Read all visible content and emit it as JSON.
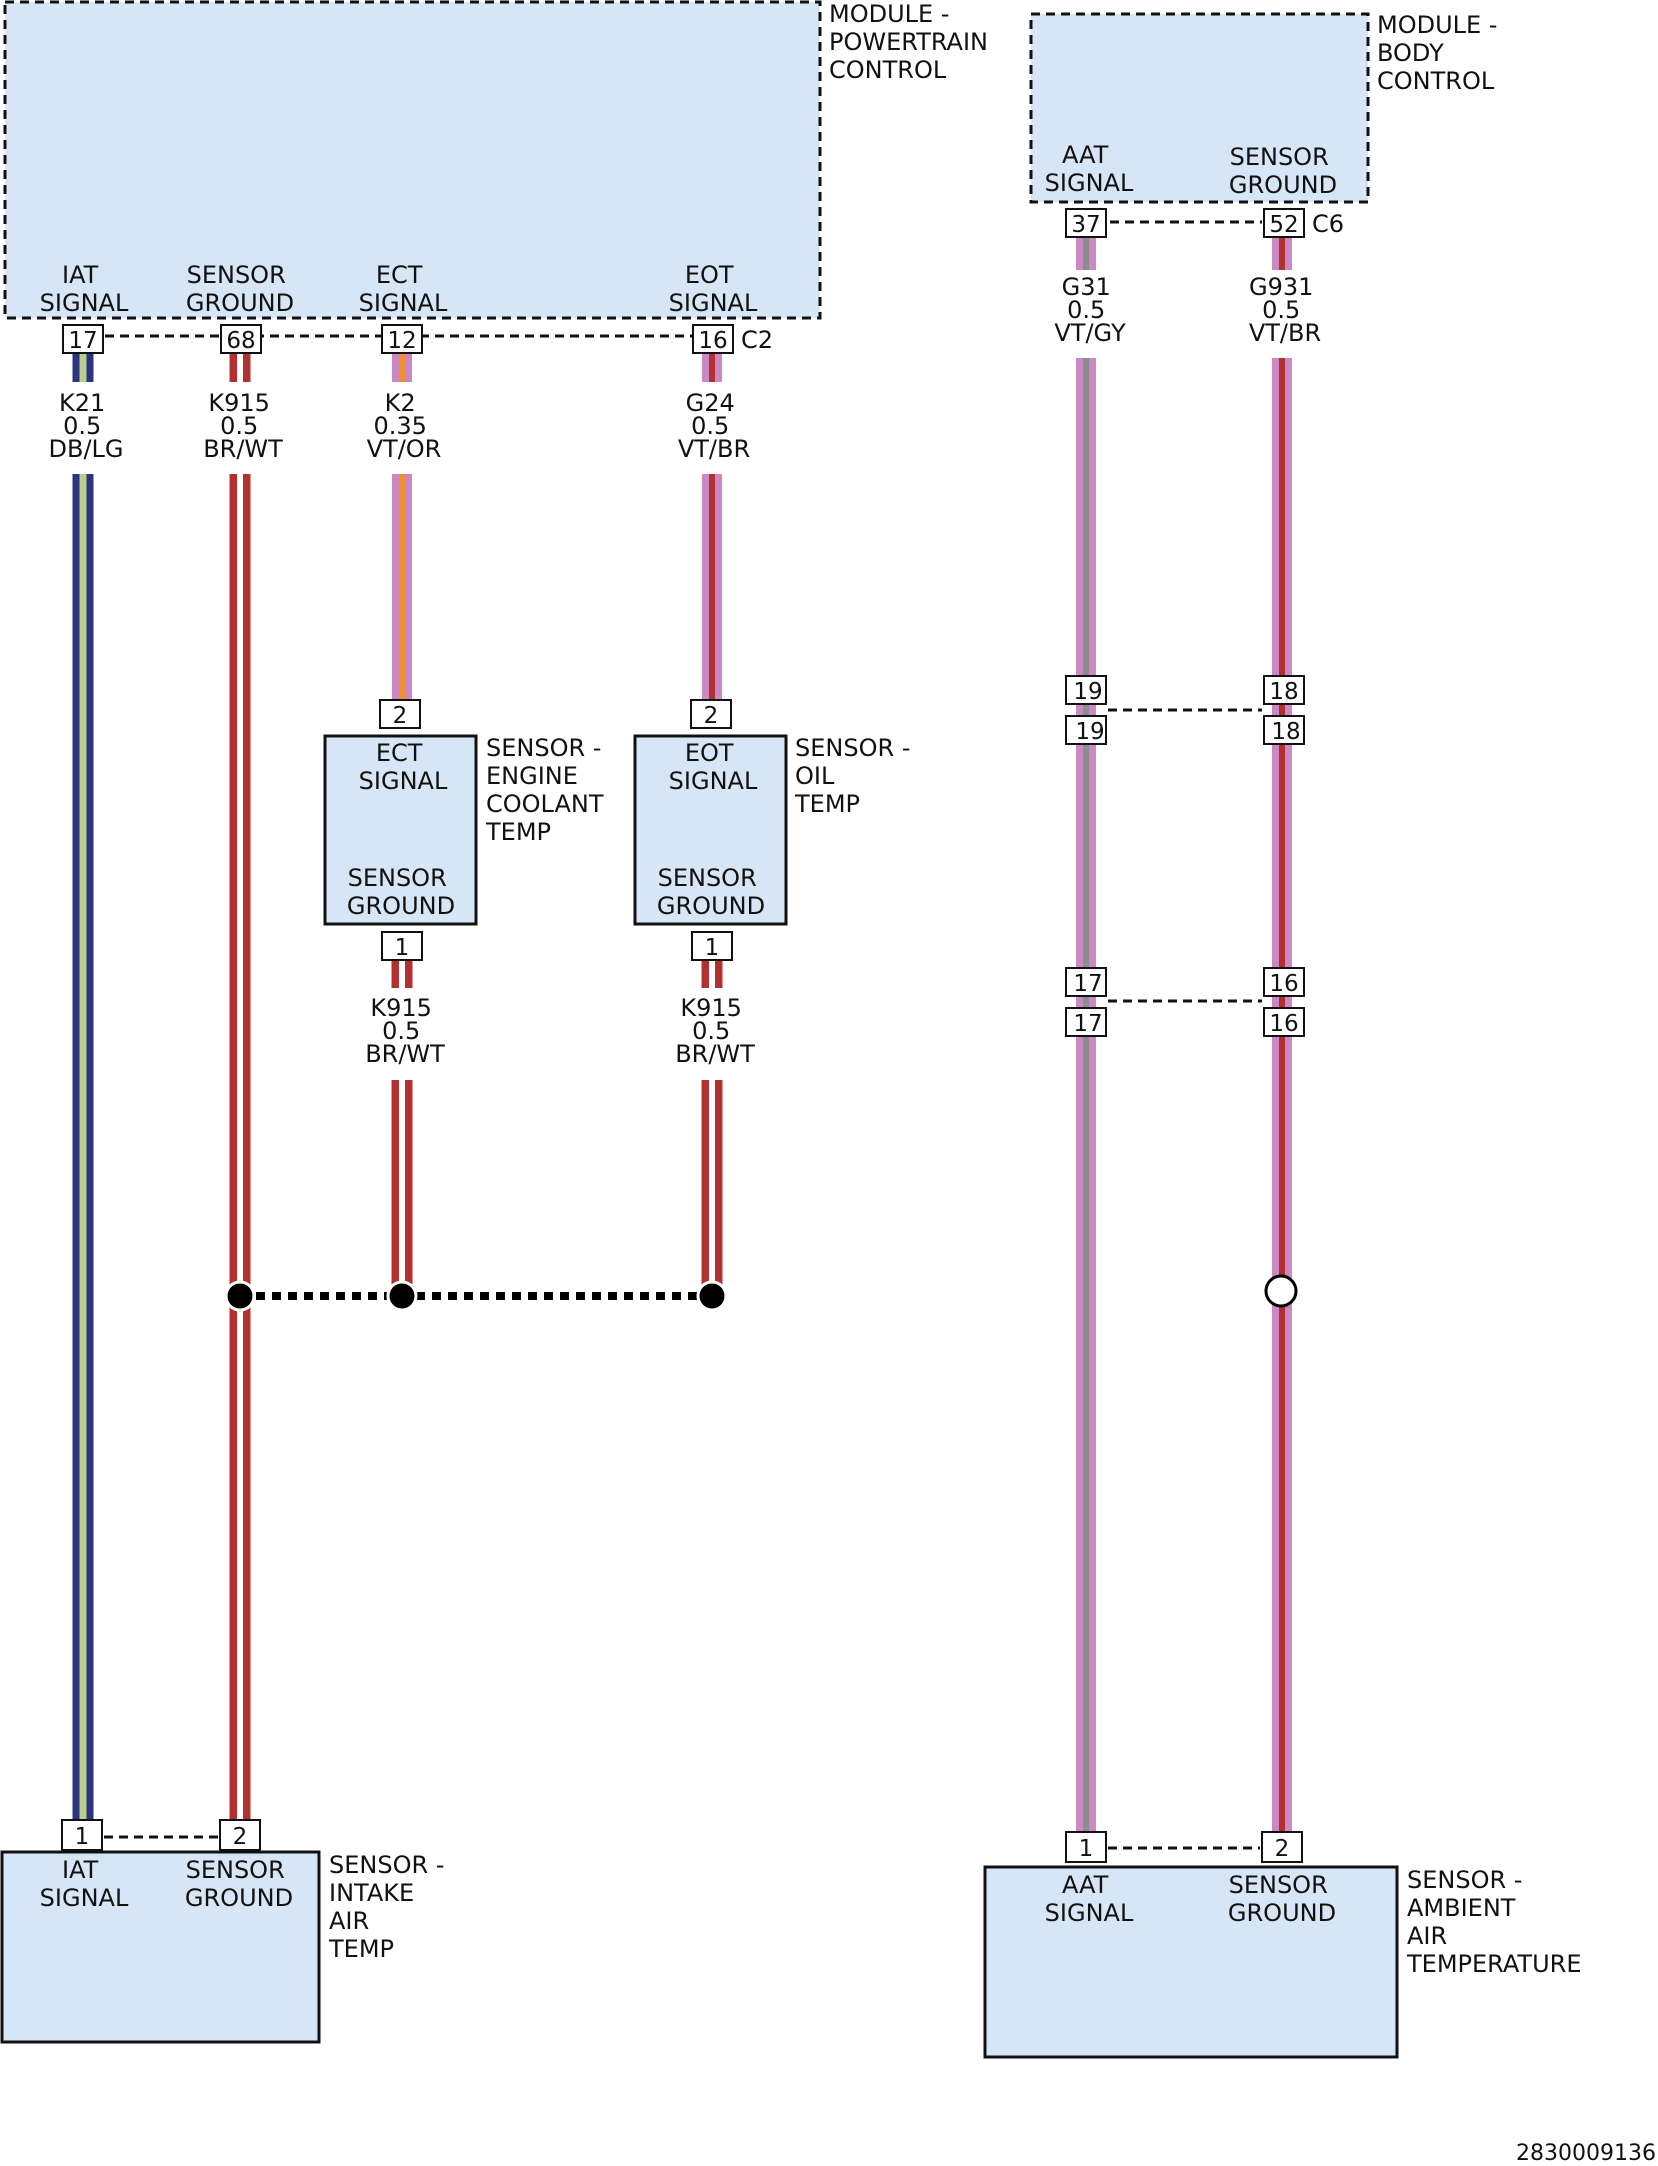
{
  "colors": {
    "module_fill": "#d6e6f6",
    "wire_red": "#b33030",
    "wire_violet": "#cc88c4",
    "wire_blue": "#2a3480",
    "wire_lightgreen": "#b8d08c",
    "wire_orange": "#f09030",
    "wire_gray": "#8c8c8c",
    "splice_dot": "#000000"
  },
  "modules": {
    "powertrain": {
      "title": [
        "MODULE -",
        "POWERTRAIN",
        "CONTROL"
      ],
      "connector": "C2",
      "pins": [
        {
          "label": [
            "IAT",
            "SIGNAL"
          ],
          "pin": "17"
        },
        {
          "label": [
            "SENSOR",
            "GROUND"
          ],
          "pin": "68"
        },
        {
          "label": [
            "ECT",
            "SIGNAL"
          ],
          "pin": "12"
        },
        {
          "label": [
            "EOT",
            "SIGNAL"
          ],
          "pin": "16"
        }
      ]
    },
    "body": {
      "title": [
        "MODULE -",
        "BODY",
        "CONTROL"
      ],
      "connector": "C6",
      "pins": [
        {
          "label": [
            "AAT",
            "SIGNAL"
          ],
          "pin": "37"
        },
        {
          "label": [
            "SENSOR",
            "GROUND"
          ],
          "pin": "52"
        }
      ]
    }
  },
  "wires": {
    "k21": [
      "K21",
      "0.5",
      "DB/LG"
    ],
    "k915_pcm": [
      "K915",
      "0.5",
      "BR/WT"
    ],
    "k2": [
      "K2",
      "0.35",
      "VT/OR"
    ],
    "g24": [
      "G24",
      "0.5",
      "VT/BR"
    ],
    "k915_ect": [
      "K915",
      "0.5",
      "BR/WT"
    ],
    "k915_eot": [
      "K915",
      "0.5",
      "BR/WT"
    ],
    "g31": [
      "G31",
      "0.5",
      "VT/GY"
    ],
    "g931": [
      "G931",
      "0.5",
      "VT/BR"
    ]
  },
  "sensors": {
    "ect": {
      "title": [
        "SENSOR -",
        "ENGINE",
        "COOLANT",
        "TEMP"
      ],
      "top_label": [
        "ECT",
        "SIGNAL"
      ],
      "bottom_label": [
        "SENSOR",
        "GROUND"
      ],
      "pin_top": "2",
      "pin_bottom": "1"
    },
    "eot": {
      "title": [
        "SENSOR -",
        "OIL",
        "TEMP"
      ],
      "top_label": [
        "EOT",
        "SIGNAL"
      ],
      "bottom_label": [
        "SENSOR",
        "GROUND"
      ],
      "pin_top": "2",
      "pin_bottom": "1"
    },
    "iat": {
      "title": [
        "SENSOR -",
        "INTAKE",
        "AIR",
        "TEMP"
      ],
      "pins": [
        {
          "label": [
            "IAT",
            "SIGNAL"
          ],
          "pin": "1"
        },
        {
          "label": [
            "SENSOR",
            "GROUND"
          ],
          "pin": "2"
        }
      ]
    },
    "aat": {
      "title": [
        "SENSOR -",
        "AMBIENT",
        "AIR",
        "TEMPERATURE"
      ],
      "pins": [
        {
          "label": [
            "AAT",
            "SIGNAL"
          ],
          "pin": "1"
        },
        {
          "label": [
            "SENSOR",
            "GROUND"
          ],
          "pin": "2"
        }
      ]
    }
  },
  "inline_connectors": [
    {
      "left": "19",
      "right": "18"
    },
    {
      "left": "17",
      "right": "16"
    }
  ],
  "doc_id": "2830009136"
}
